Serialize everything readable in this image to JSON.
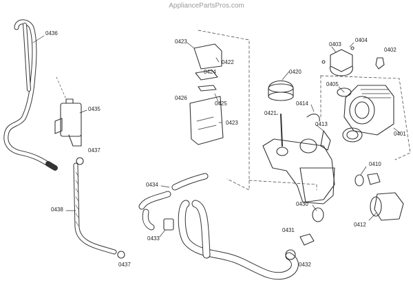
{
  "watermark": "AppliancePartsPros.com",
  "parts": {
    "p0436": "0436",
    "p0435": "0435",
    "p0437a": "0437",
    "p0437b": "0437",
    "p0438": "0438",
    "p0434": "0434",
    "p0433": "0433",
    "p0423a": "0423",
    "p0422": "0422",
    "p0424": "0424",
    "p0425": "0425",
    "p0426": "0426",
    "p0423b": "0423",
    "p0420": "0420",
    "p0421": "0421",
    "p0414": "0414",
    "p0413": "0413",
    "p0403": "0403",
    "p0404": "0404",
    "p0402": "0402",
    "p0405": "0405",
    "p0401": "0401",
    "p0410": "0410",
    "p0430": "0430",
    "p0412": "0412",
    "p0431": "0431",
    "p0432": "0432"
  }
}
